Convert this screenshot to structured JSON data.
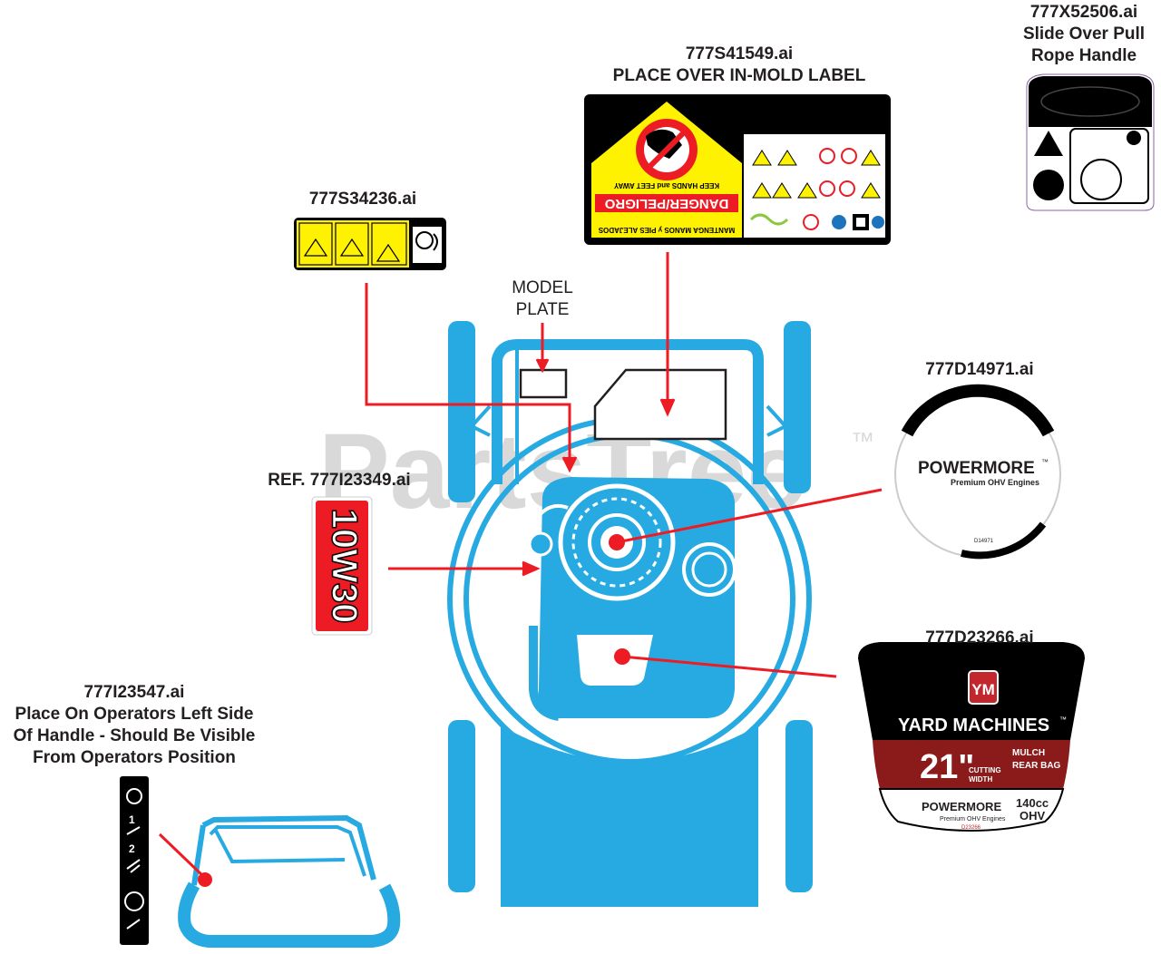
{
  "watermark": {
    "brand": "PartsTree",
    "tm": "™"
  },
  "labels": {
    "pull_rope": {
      "lines": [
        "777X52506.ai",
        "Slide Over Pull",
        "Rope Handle"
      ]
    },
    "in_mold": {
      "lines": [
        "777S41549.ai",
        "PLACE OVER IN-MOLD LABEL"
      ]
    },
    "s34236": {
      "text": "777S34236.ai"
    },
    "model_plate": {
      "lines": [
        "MODEL",
        "PLATE"
      ]
    },
    "d14971": {
      "text": "777D14971.ai"
    },
    "ref_oil": {
      "text": "REF. 777I23349.ai"
    },
    "d23266": {
      "text": "777D23266.ai"
    },
    "handle": {
      "lines": [
        "777I23547.ai",
        "Place On Operators Left Side",
        "Of Handle - Should Be Visible",
        "From Operators Position"
      ]
    }
  },
  "decals": {
    "danger": {
      "header": "DANGER/PELIGRO",
      "line1": "KEEP HANDS and FEET AWAY",
      "line2": "MANTENGA MANOS y PIES ALEJADOS"
    },
    "oil": {
      "text": "10W30"
    },
    "powermore_round": {
      "brand": "POWERMORE",
      "tm": "™",
      "sub": "Premium OHV Engines",
      "code": "D14971"
    },
    "yard_machines": {
      "logo": "YM",
      "brand": "YARD MACHINES",
      "tm": "™",
      "size": "21\"",
      "cutting": "CUTTING",
      "width": "WIDTH",
      "mulch": "MULCH",
      "rear_bag": "REAR BAG",
      "engine_brand": "POWERMORE",
      "engine_sub": "Premium OHV Engines",
      "cc": "140cc",
      "ohv": "OHV",
      "code": "D23266"
    },
    "handle_strip": {
      "step1": "1",
      "step2": "2"
    }
  },
  "colors": {
    "mower": "#27aae1",
    "leader": "#ed1c24",
    "decal_yellow": "#fff200",
    "decal_black": "#000000",
    "oil_red": "#ed1c24",
    "yard_red": "#8b1a1a",
    "watermark": "#d9d9d9"
  }
}
